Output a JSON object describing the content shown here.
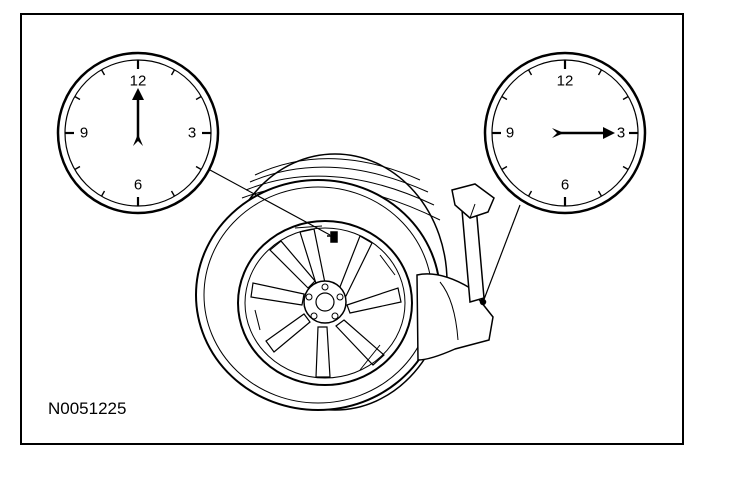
{
  "figure_id": "N0051225",
  "clocks": {
    "left": {
      "numerals": {
        "top": "12",
        "right": "3",
        "bottom": "6",
        "left": "9"
      },
      "hand_position": "12"
    },
    "right": {
      "numerals": {
        "top": "12",
        "right": "3",
        "bottom": "6",
        "left": "9"
      },
      "hand_position": "3"
    }
  },
  "colors": {
    "line": "#000000",
    "background": "#ffffff"
  }
}
